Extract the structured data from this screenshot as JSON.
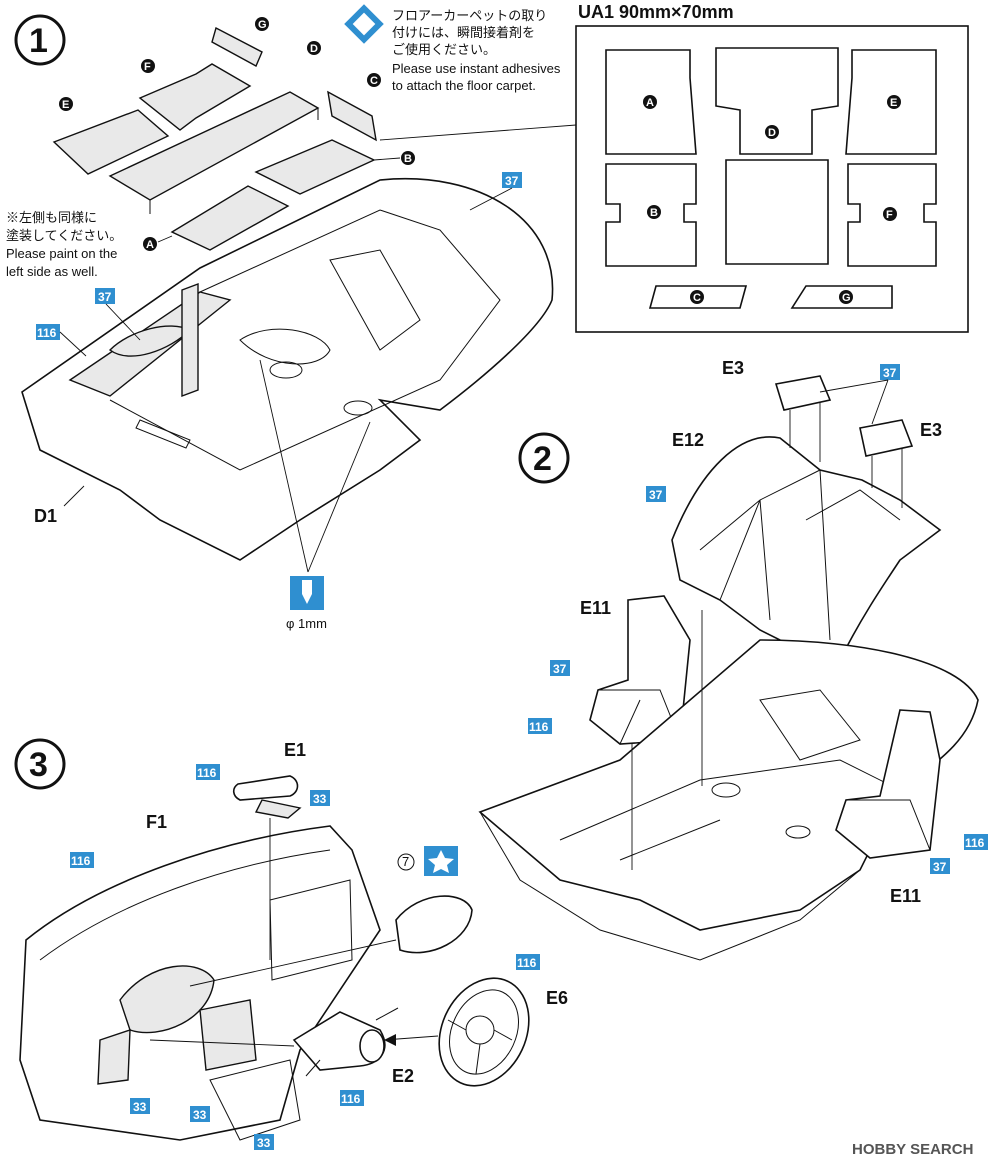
{
  "watermark_top": "",
  "steps": [
    "1",
    "2",
    "3"
  ],
  "notes": {
    "carpet_jp": [
      "フロアーカーペットの取り",
      "付けには、瞬間接着剤を",
      "ご使用ください。"
    ],
    "carpet_en": [
      "Please use instant adhesives",
      "to attach the floor carpet."
    ],
    "paint_jp": [
      "※左側も同様に",
      "塗装してください。"
    ],
    "paint_en": [
      "Please paint on the",
      "left side as well."
    ]
  },
  "sheet": {
    "title": "UA1  90mm×70mm",
    "pieces": [
      "A",
      "D",
      "E",
      "B",
      "F",
      "C",
      "G"
    ]
  },
  "carpet_parts": [
    "G",
    "D",
    "F",
    "C",
    "E",
    "B",
    "A"
  ],
  "part_labels": {
    "d1": "D1",
    "e3a": "E3",
    "e3b": "E3",
    "e12": "E12",
    "e11a": "E11",
    "e11b": "E11",
    "e1": "E1",
    "f1": "F1",
    "e6": "E6",
    "e2": "E2"
  },
  "drill": {
    "label": "φ 1mm"
  },
  "colors": {
    "37": "37",
    "116": "116",
    "33": "33",
    "tag_color": "#2f8fd0"
  },
  "decal": {
    "number": "7"
  },
  "footer": {
    "brand": "HOBBY SEARCH"
  }
}
